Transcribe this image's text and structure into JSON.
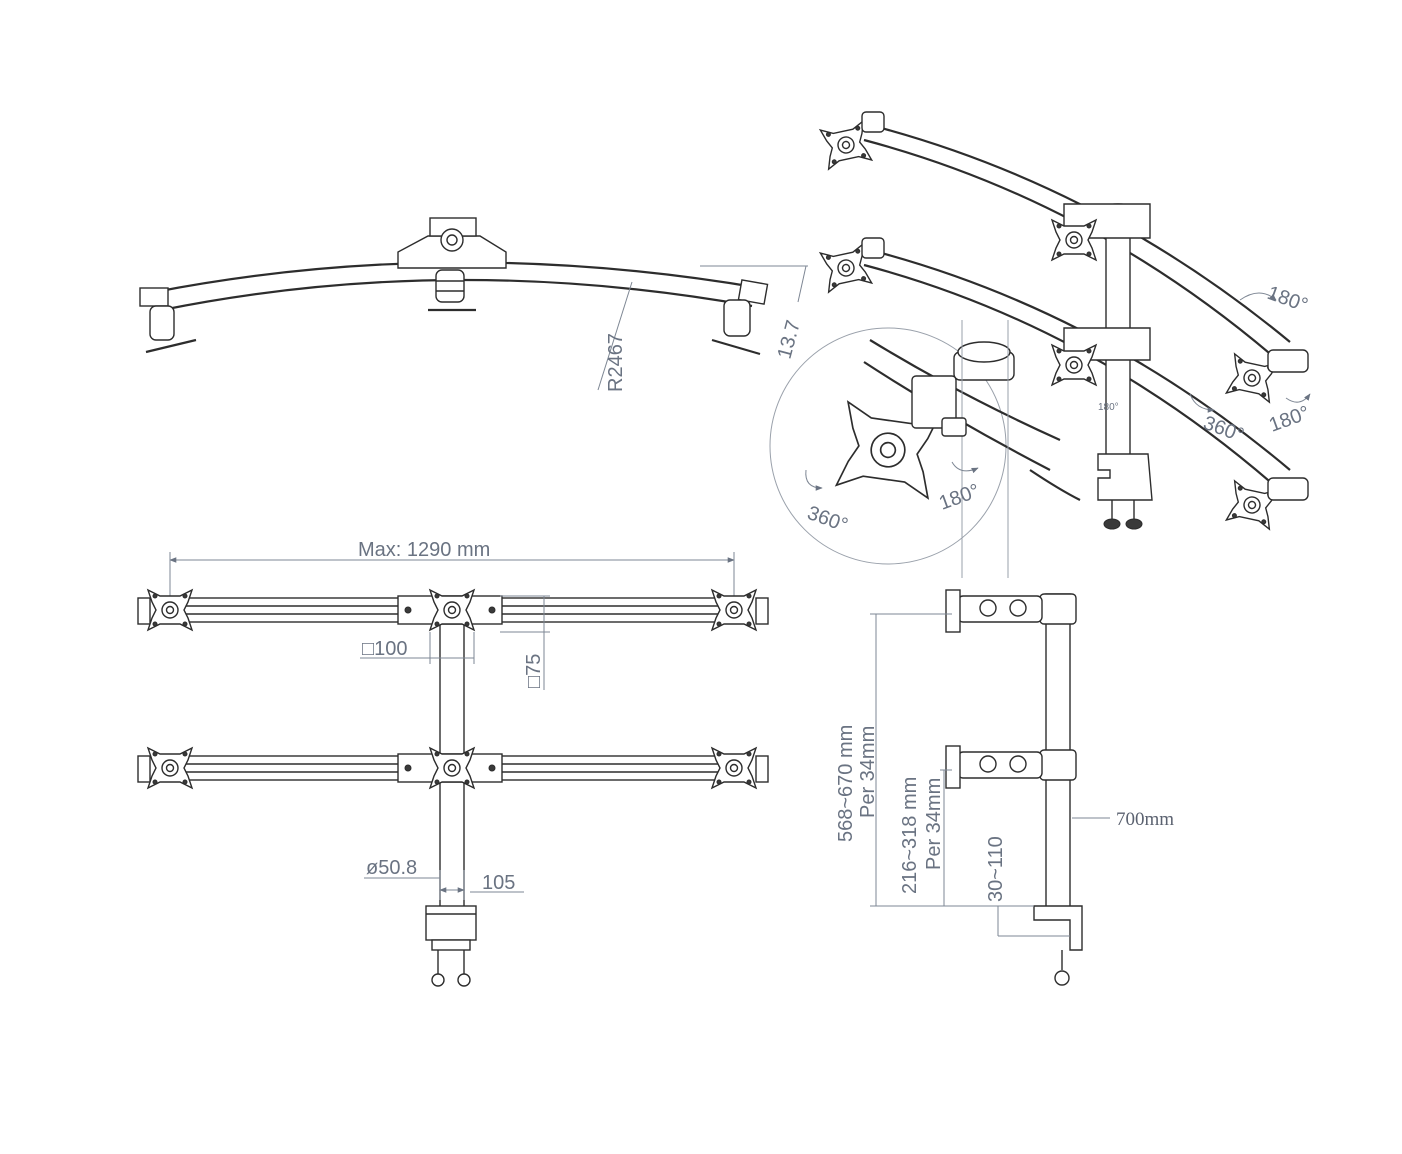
{
  "labels": {
    "max_width": "Max: 1290 mm",
    "radius": "R2467",
    "angle_tilt": "13.7",
    "rot_360_a": "360°",
    "rot_180_a": "180°",
    "rot_180_b": "180°",
    "rot_360_b": "360°",
    "rot_180_c": "180°",
    "rot_180_small": "180°",
    "vesa_100": "□100",
    "vesa_75": "□75",
    "pole_dia": "ø50.8",
    "clamp_105": "105",
    "height_upper_1": "568~670 mm",
    "height_upper_2": "Per 34mm",
    "height_lower_1": "216~318 mm",
    "height_lower_2": "Per 34mm",
    "clamp_range": "30~110",
    "pole_height": "700mm"
  },
  "colors": {
    "line": "#2d2d2d",
    "dimension": "#6a7382",
    "background": "#ffffff"
  },
  "icons": [
    "vesa-plate-icon",
    "desk-clamp-icon",
    "rotation-arrow-icon"
  ]
}
